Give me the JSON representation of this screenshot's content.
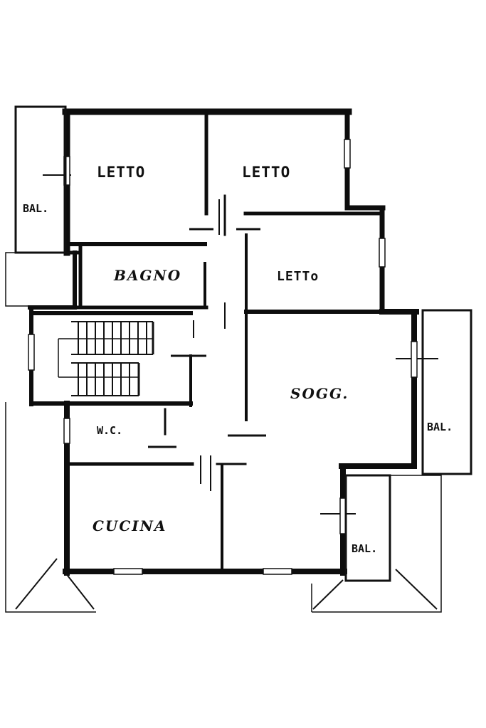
{
  "rooms": {
    "letto_1": "LETTO",
    "letto_2": "LETTO",
    "letto_3": "LETTo",
    "bagno": "BAGNO",
    "soggiorno": "SOGG.",
    "wc": "W.C.",
    "cucina": "CUCINA",
    "bal_left": "BAL.",
    "bal_right": "BAL.",
    "bal_bottom": "BAL."
  },
  "colors": {
    "ink": "#0d0d0d",
    "paper": "#ffffff"
  }
}
